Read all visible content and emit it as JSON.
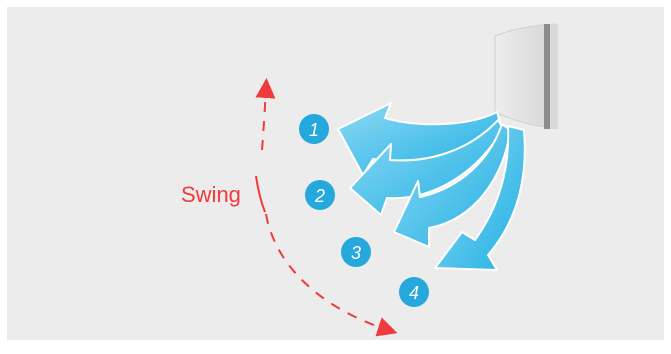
{
  "diagram": {
    "swing_label": "Swing",
    "position_labels": [
      "1",
      "2",
      "3",
      "4"
    ]
  },
  "colors": {
    "panel_background": "#ececec",
    "airflow": "#2fb8e6",
    "airflow_light": "#8fd9f3",
    "swing_arrow": "#ef3b3b",
    "badge_fill": "#25a9dc",
    "badge_text": "#ffffff",
    "unit_body": "#e2e2e2",
    "unit_edge": "#9a9a9a"
  },
  "icons": {
    "unit": "air-conditioner-icon",
    "flow": "airflow-arrow-icon",
    "swing": "dashed-curved-arrow-icon"
  }
}
